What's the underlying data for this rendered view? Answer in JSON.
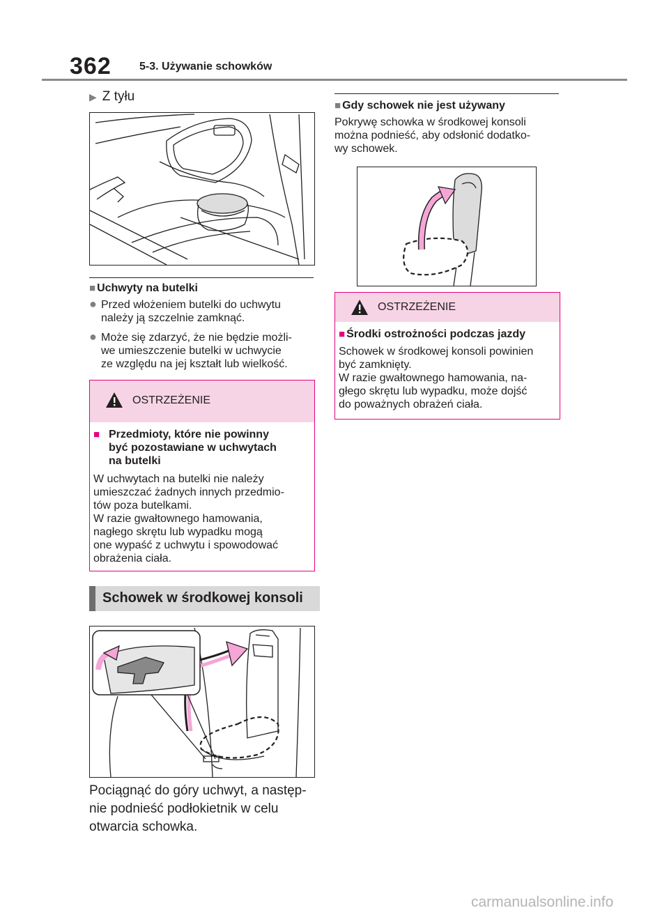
{
  "header": {
    "page_number": "362",
    "section_title": "5-3. Używanie schowków"
  },
  "rear": {
    "marker": "▶",
    "label": "Z tyłu"
  },
  "bottle_holders": {
    "heading": "Uchwyty na butelki",
    "bullets": [
      {
        "lines": [
          "Przed włożeniem butelki do uchwytu",
          "należy ją szczelnie zamknąć."
        ]
      },
      {
        "lines": [
          "Może się zdarzyć, że nie będzie możli-",
          "we umieszczenie butelki w uchwycie",
          "ze względu na jej kształt lub wielkość."
        ]
      }
    ]
  },
  "warning1": {
    "title": "OSTRZEŻENIE",
    "subheading": [
      "Przedmioty, które nie powinny",
      "być pozostawiane w uchwytach",
      "na butelki"
    ],
    "body": [
      "W uchwytach na butelki nie należy",
      "umieszczać żadnych innych przedmio-",
      "tów poza butelkami.",
      "W razie gwałtownego hamowania,",
      "nagłego skrętu lub wypadku mogą",
      "one wypaść z uchwytu i spowodować",
      "obrażenia ciała."
    ]
  },
  "console_heading": "Schowek w środkowej konsoli",
  "console_instruction": [
    "Pociągnąć do góry uchwyt, a następ-",
    "nie podnieść podłokietnik w celu",
    "otwarcia schowka."
  ],
  "unused": {
    "heading": "Gdy schowek nie jest używany",
    "body": [
      "Pokrywę schowka w środkowej konsoli",
      "można podnieść, aby odsłonić dodatko-",
      "wy schowek."
    ]
  },
  "warning2": {
    "title": "OSTRZEŻENIE",
    "subheading": "Środki ostrożności podczas jazdy",
    "body": [
      "Schowek w środkowej konsoli powinien",
      "być zamknięty.",
      "W razie gwałtownego hamowania, na-",
      "głego skrętu lub wypadku, może dojść",
      "do poważnych obrażeń ciała."
    ]
  },
  "watermark": "carmanualsonline.info",
  "colors": {
    "warning_border": "#e6007e",
    "warning_fill": "#f7d4e5",
    "arrow_fill": "#f4a6d7",
    "heading_bar": "#d9d9d9"
  }
}
